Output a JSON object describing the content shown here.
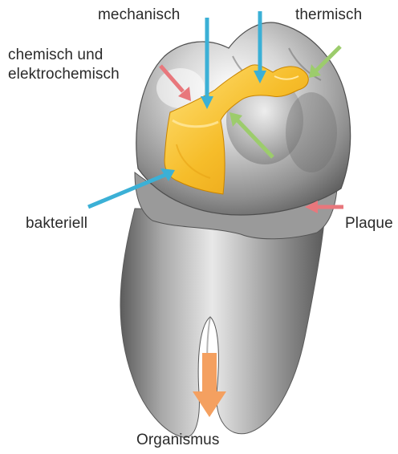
{
  "labels": {
    "mechanisch": "mechanisch",
    "thermisch": "thermisch",
    "chemisch_line1": "chemisch und",
    "chemisch_line2": "elektrochemisch",
    "bakteriell": "bakteriell",
    "plaque": "Plaque",
    "organismus": "Organismus"
  },
  "colors": {
    "mechanisch_arrow": "#3bb0d6",
    "thermisch_arrow": "#9ccc6c",
    "chemisch_arrow": "#e8777c",
    "bakteriell_arrow": "#3bb0d6",
    "plaque_arrow": "#e8777c",
    "organismus_arrow": "#f4a060",
    "filling": "#f5b820",
    "tooth": "#8e8e8e"
  }
}
